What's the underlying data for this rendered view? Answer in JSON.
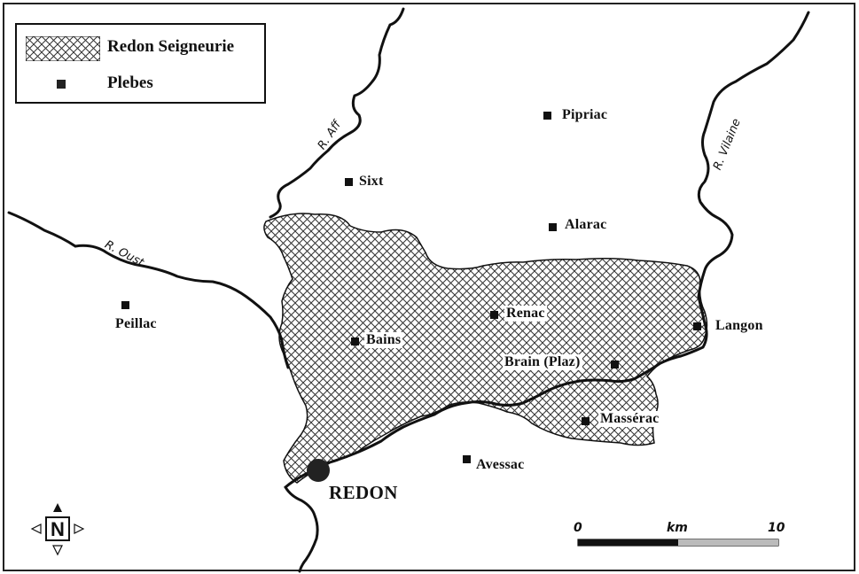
{
  "legend": {
    "seigneurie_label": "Redon Seigneurie",
    "plebes_label": "Plebes"
  },
  "rivers": {
    "aff": "R. Aff",
    "oust": "R. Oust",
    "vilaine": "R. Vilaine"
  },
  "places": {
    "pipriac": "Pipriac",
    "sixt": "Sixt",
    "alarac": "Alarac",
    "peillac": "Peillac",
    "renac": "Renac",
    "bains": "Bains",
    "langon": "Langon",
    "brain": "Brain (Plaz)",
    "masserac": "Massérac",
    "avessac": "Avessac",
    "redon": "REDON"
  },
  "scale": {
    "start": "0",
    "unit": "km",
    "end": "10"
  },
  "compass": {
    "north_label": "N"
  },
  "colors": {
    "ink": "#111111",
    "paper": "#ffffff",
    "hatch": "#333333"
  }
}
